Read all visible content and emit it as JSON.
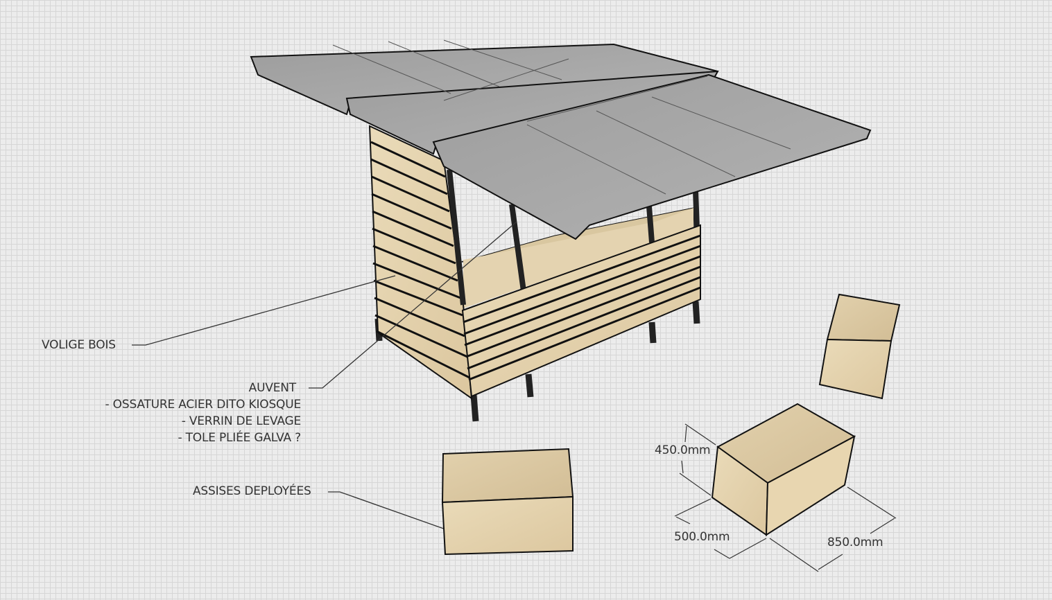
{
  "annotations": {
    "volige": "VOLIGE BOIS",
    "auvent_title": "AUVENT",
    "auvent_lines": [
      "- OSSATURE ACIER DITO KIOSQUE",
      "- VERRIN DE LEVAGE",
      "- TOLE PLIÉE GALVA ?"
    ],
    "assises": "ASSISES DEPLOYÉES"
  },
  "dimensions": {
    "height": "450.0mm",
    "depth": "500.0mm",
    "length": "850.0mm"
  },
  "colors": {
    "background": "#ececec",
    "grid": "#d6d6d6",
    "roof": "#a9a9a9",
    "wood": "#e6d6b4",
    "steel": "#2a2a2a"
  }
}
